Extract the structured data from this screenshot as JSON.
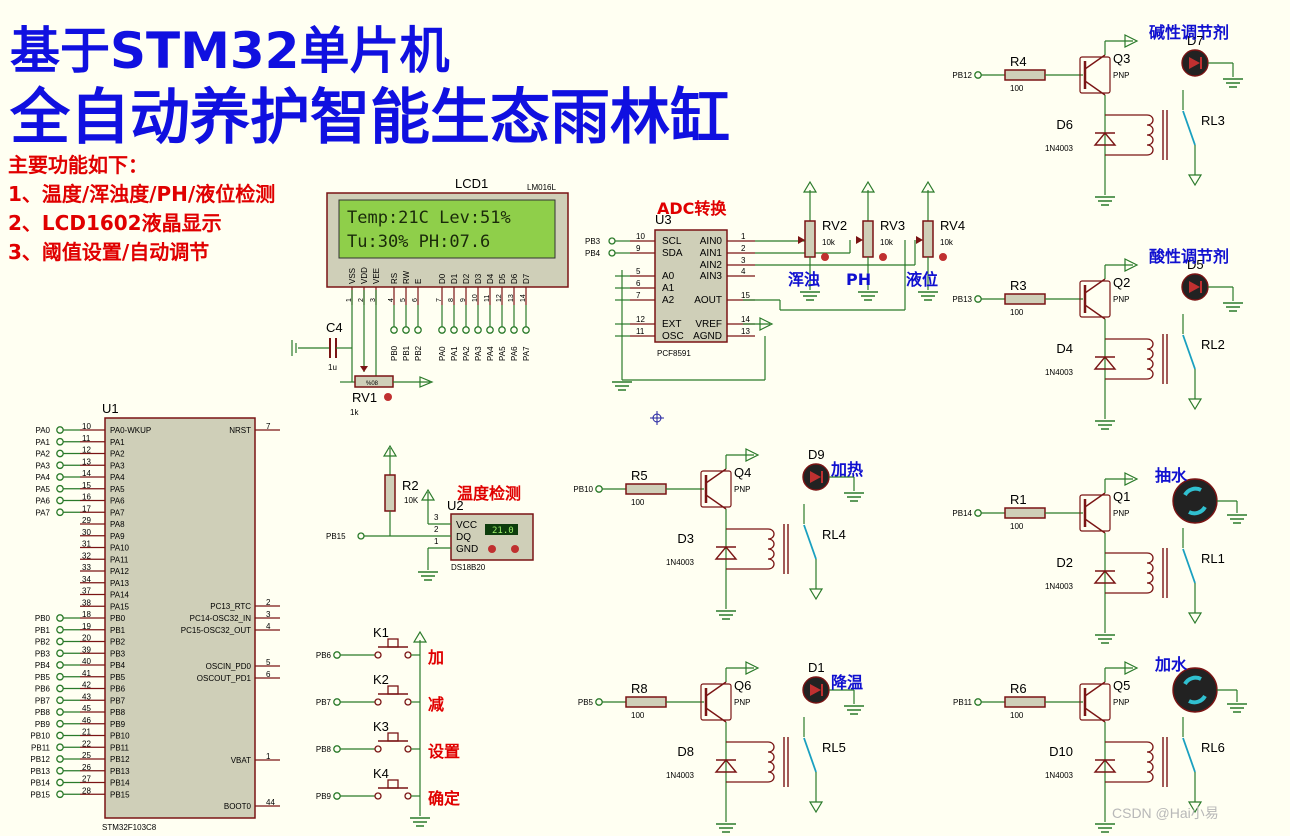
{
  "title": {
    "line1": "基于STM32单片机",
    "line2": "全自动养护智能生态雨林缸"
  },
  "features": {
    "heading": "主要功能如下：",
    "items": [
      "1、温度/浑浊度/PH/液位检测",
      "2、LCD1602液晶显示",
      "3、阈值设置/自动调节"
    ]
  },
  "lcd": {
    "ref": "LCD1",
    "model": "LM016L",
    "row1": "Temp:21C Lev:51%",
    "row2": "Tu:30%    PH:07.6",
    "pins": [
      "VSS",
      "VDD",
      "VEE",
      "RS",
      "RW",
      "E",
      "D0",
      "D1",
      "D2",
      "D3",
      "D4",
      "D5",
      "D6",
      "D7"
    ],
    "pin_nums": [
      "1",
      "2",
      "3",
      "4",
      "5",
      "6",
      "7",
      "8",
      "9",
      "10",
      "11",
      "12",
      "13",
      "14"
    ],
    "port_labels": [
      "PB0",
      "PB1",
      "PB2",
      "PA0",
      "PA1",
      "PA2",
      "PA3",
      "PA4",
      "PA5",
      "PA6",
      "PA7"
    ]
  },
  "c4": {
    "ref": "C4",
    "value": "1u"
  },
  "rv1": {
    "ref": "RV1",
    "value": "1k",
    "scale": "%08"
  },
  "adc": {
    "title": "ADC转换",
    "ref": "U3",
    "model": "PCF8591",
    "left_pins": [
      [
        "10",
        "SCL"
      ],
      [
        "9",
        "SDA"
      ],
      [
        "5",
        "A0"
      ],
      [
        "6",
        "A1"
      ],
      [
        "7",
        "A2"
      ],
      [
        "12",
        "EXT"
      ],
      [
        "11",
        "OSC"
      ]
    ],
    "right_pins": [
      [
        "AIN0",
        "1"
      ],
      [
        "AIN1",
        "2"
      ],
      [
        "AIN2",
        "3"
      ],
      [
        "AIN3",
        "4"
      ],
      [
        "AOUT",
        "15"
      ],
      [
        "VREF",
        "14"
      ],
      [
        "AGND",
        "13"
      ]
    ],
    "ports": [
      "PB3",
      "PB4"
    ]
  },
  "pots": [
    {
      "ref": "RV2",
      "value": "10k",
      "label": "浑浊"
    },
    {
      "ref": "RV3",
      "value": "10k",
      "label": "PH"
    },
    {
      "ref": "RV4",
      "value": "10k",
      "label": "液位"
    }
  ],
  "mcu": {
    "ref": "U1",
    "model": "STM32F103C8",
    "left_pins": [
      [
        "PA0",
        "10",
        "PA0-WKUP"
      ],
      [
        "PA1",
        "11",
        "PA1"
      ],
      [
        "PA2",
        "12",
        "PA2"
      ],
      [
        "PA3",
        "13",
        "PA3"
      ],
      [
        "PA4",
        "14",
        "PA4"
      ],
      [
        "PA5",
        "15",
        "PA5"
      ],
      [
        "PA6",
        "16",
        "PA6"
      ],
      [
        "PA7",
        "17",
        "PA7"
      ],
      [
        "",
        "29",
        "PA8"
      ],
      [
        "",
        "30",
        "PA9"
      ],
      [
        "",
        "31",
        "PA10"
      ],
      [
        "",
        "32",
        "PA11"
      ],
      [
        "",
        "33",
        "PA12"
      ],
      [
        "",
        "34",
        "PA13"
      ],
      [
        "",
        "37",
        "PA14"
      ],
      [
        "",
        "38",
        "PA15"
      ],
      [
        "PB0",
        "18",
        "PB0"
      ],
      [
        "PB1",
        "19",
        "PB1"
      ],
      [
        "PB2",
        "20",
        "PB2"
      ],
      [
        "PB3",
        "39",
        "PB3"
      ],
      [
        "PB4",
        "40",
        "PB4"
      ],
      [
        "PB5",
        "41",
        "PB5"
      ],
      [
        "PB6",
        "42",
        "PB6"
      ],
      [
        "PB7",
        "43",
        "PB7"
      ],
      [
        "PB8",
        "45",
        "PB8"
      ],
      [
        "PB9",
        "46",
        "PB9"
      ],
      [
        "PB10",
        "21",
        "PB10"
      ],
      [
        "PB11",
        "22",
        "PB11"
      ],
      [
        "PB12",
        "25",
        "PB12"
      ],
      [
        "PB13",
        "26",
        "PB13"
      ],
      [
        "PB14",
        "27",
        "PB14"
      ],
      [
        "PB15",
        "28",
        "PB15"
      ]
    ],
    "right_pins": [
      [
        "NRST",
        "7"
      ],
      [
        "PC13_RTC",
        "2"
      ],
      [
        "PC14-OSC32_IN",
        "3"
      ],
      [
        "PC15-OSC32_OUT",
        "4"
      ],
      [
        "OSCIN_PD0",
        "5"
      ],
      [
        "OSCOUT_PD1",
        "6"
      ],
      [
        "VBAT",
        "1"
      ],
      [
        "BOOT0",
        "44"
      ]
    ]
  },
  "temp": {
    "title": "温度检测",
    "ref": "U2",
    "model": "DS18B20",
    "reading": "21.0",
    "port": "PB15",
    "r_ref": "R2",
    "r_value": "10K",
    "pins": [
      [
        "3",
        "VCC"
      ],
      [
        "2",
        "DQ"
      ],
      [
        "1",
        "GND"
      ]
    ]
  },
  "keys": [
    {
      "ref": "K1",
      "port": "PB6",
      "label": "加"
    },
    {
      "ref": "K2",
      "port": "PB7",
      "label": "减"
    },
    {
      "ref": "K3",
      "port": "PB8",
      "label": "设置"
    },
    {
      "ref": "K4",
      "port": "PB9",
      "label": "确定"
    }
  ],
  "drivers": [
    {
      "id": "d7",
      "port": "PB12",
      "r": "R4",
      "rv": "100",
      "q": "Q3",
      "qt": "PNP",
      "dio": "D6",
      "dt": "1N4003",
      "rl": "RL3",
      "load": "D7",
      "load_kind": "led",
      "label": "碱性调节剂",
      "label_color": "blue"
    },
    {
      "id": "d5",
      "port": "PB13",
      "r": "R3",
      "rv": "100",
      "q": "Q2",
      "qt": "PNP",
      "dio": "D4",
      "dt": "1N4003",
      "rl": "RL2",
      "load": "D5",
      "load_kind": "led",
      "label": "酸性调节剂",
      "label_color": "blue"
    },
    {
      "id": "d9",
      "port": "PB10",
      "r": "R5",
      "rv": "100",
      "q": "Q4",
      "qt": "PNP",
      "dio": "D3",
      "dt": "1N4003",
      "rl": "RL4",
      "load": "D9",
      "load_kind": "led",
      "label": "加热",
      "label_color": "blue"
    },
    {
      "id": "m1",
      "port": "PB14",
      "r": "R1",
      "rv": "100",
      "q": "Q1",
      "qt": "PNP",
      "dio": "D2",
      "dt": "1N4003",
      "rl": "RL1",
      "load": "",
      "load_kind": "motor",
      "label": "抽水",
      "label_color": "blue"
    },
    {
      "id": "d1",
      "port": "PB5",
      "r": "R8",
      "rv": "100",
      "q": "Q6",
      "qt": "PNP",
      "dio": "D8",
      "dt": "1N4003",
      "rl": "RL5",
      "load": "D1",
      "load_kind": "led",
      "label": "降温",
      "label_color": "blue"
    },
    {
      "id": "m2",
      "port": "PB11",
      "r": "R6",
      "rv": "100",
      "q": "Q5",
      "qt": "PNP",
      "dio": "D10",
      "dt": "1N4003",
      "rl": "RL6",
      "load": "",
      "load_kind": "motor",
      "label": "加水",
      "label_color": "blue"
    }
  ],
  "watermark": "CSDN @Hai小易",
  "colors": {
    "title_blue": "#1010e0",
    "feature_red": "#e00000",
    "wire_green": "#2a7a2a",
    "body_fill": "#cfcfb8",
    "outline": "#7a1414",
    "lcd_green": "#8fcf4a",
    "background": "#fffff2"
  }
}
